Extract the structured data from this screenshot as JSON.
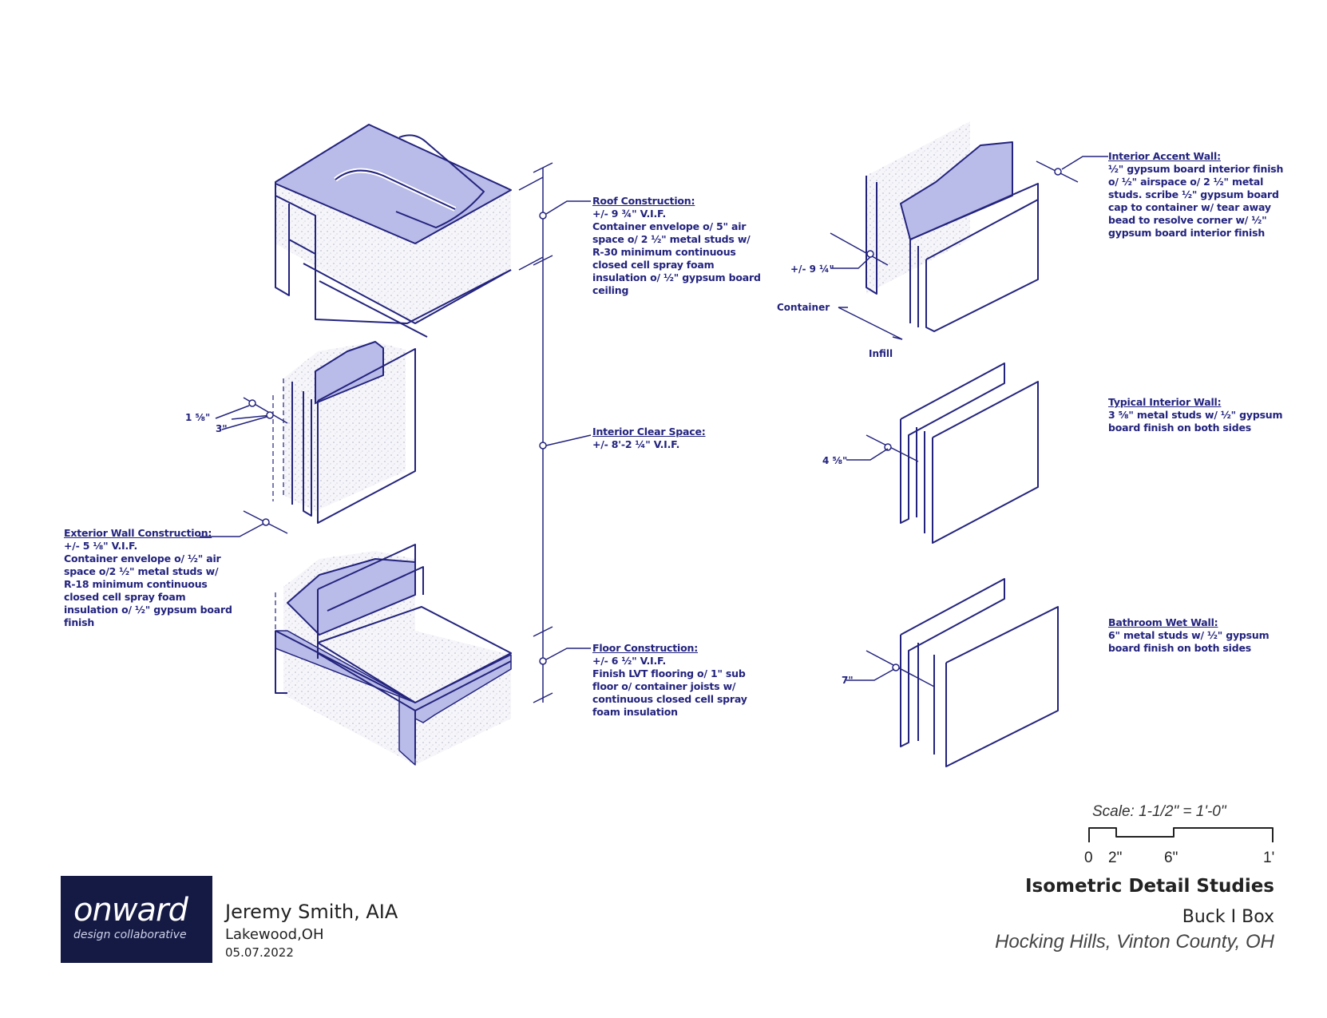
{
  "colors": {
    "ink": "#23237e",
    "fill": "#b9bbe8",
    "foam": "#f1f1f6",
    "logo_bg": "#151a45"
  },
  "notes": {
    "roof": {
      "heading": "Roof Construction:",
      "lines": [
        "+/- 9 ¾\" V.I.F.",
        "Container envelope o/ 5\" air",
        "space o/ 2 ½\" metal studs w/",
        "R-30 minimum continuous",
        "closed cell spray foam",
        "insulation o/ ½\" gypsum board",
        "ceiling"
      ]
    },
    "interior_clear": {
      "heading": "Interior Clear Space:",
      "lines": [
        "+/- 8'-2 ¼\" V.I.F."
      ]
    },
    "exterior_wall": {
      "heading": "Exterior Wall Construction:",
      "lines": [
        "+/- 5 ⅛\" V.I.F.",
        "Container envelope o/ ½\" air",
        "space o/2 ½\" metal studs w/",
        "R-18 minimum continuous",
        "closed cell spray foam",
        "insulation o/ ½\" gypsum board",
        "finish"
      ]
    },
    "floor": {
      "heading": "Floor Construction:",
      "lines": [
        "+/- 6 ½\" V.I.F.",
        "Finish LVT flooring o/ 1\" sub",
        "floor o/ container joists w/",
        "continuous closed cell spray",
        "foam insulation"
      ]
    },
    "accent_wall": {
      "heading": "Interior Accent Wall:",
      "lines": [
        "½\" gypsum board interior finish",
        "o/ ½\" airspace o/ 2 ½\" metal",
        "studs. scribe ½\" gypsum board",
        "cap to container w/ tear away",
        "bead to resolve corner w/ ½\"",
        "gypsum board interior finish"
      ]
    },
    "typical_wall": {
      "heading": "Typical Interior Wall:",
      "lines": [
        "3 ⅝\" metal studs w/ ½\" gypsum",
        "board finish on both sides"
      ]
    },
    "wet_wall": {
      "heading": "Bathroom Wet Wall:",
      "lines": [
        "6\" metal studs w/ ½\" gypsum",
        "board finish on both sides"
      ]
    }
  },
  "dims": {
    "d1": "1 ⅝\"",
    "d2": "3\"",
    "d3": "+/- 9 ¼\"",
    "d4": "4 ⅝\"",
    "d5": "7\"",
    "container": "Container",
    "infill": "Infill"
  },
  "scale": {
    "title": "Scale: 1-1/2\" = 1'-0\"",
    "ticks": [
      "0",
      "2\"",
      "6\"",
      "1'"
    ]
  },
  "title_block": {
    "title": "Isometric Detail Studies",
    "subtitle": "Buck I Box",
    "location": "Hocking Hills, Vinton County, OH"
  },
  "firm": {
    "logo_word": "onward",
    "logo_tag": "design collaborative",
    "author": "Jeremy Smith, AIA",
    "city": "Lakewood,OH",
    "date": "05.07.2022"
  }
}
